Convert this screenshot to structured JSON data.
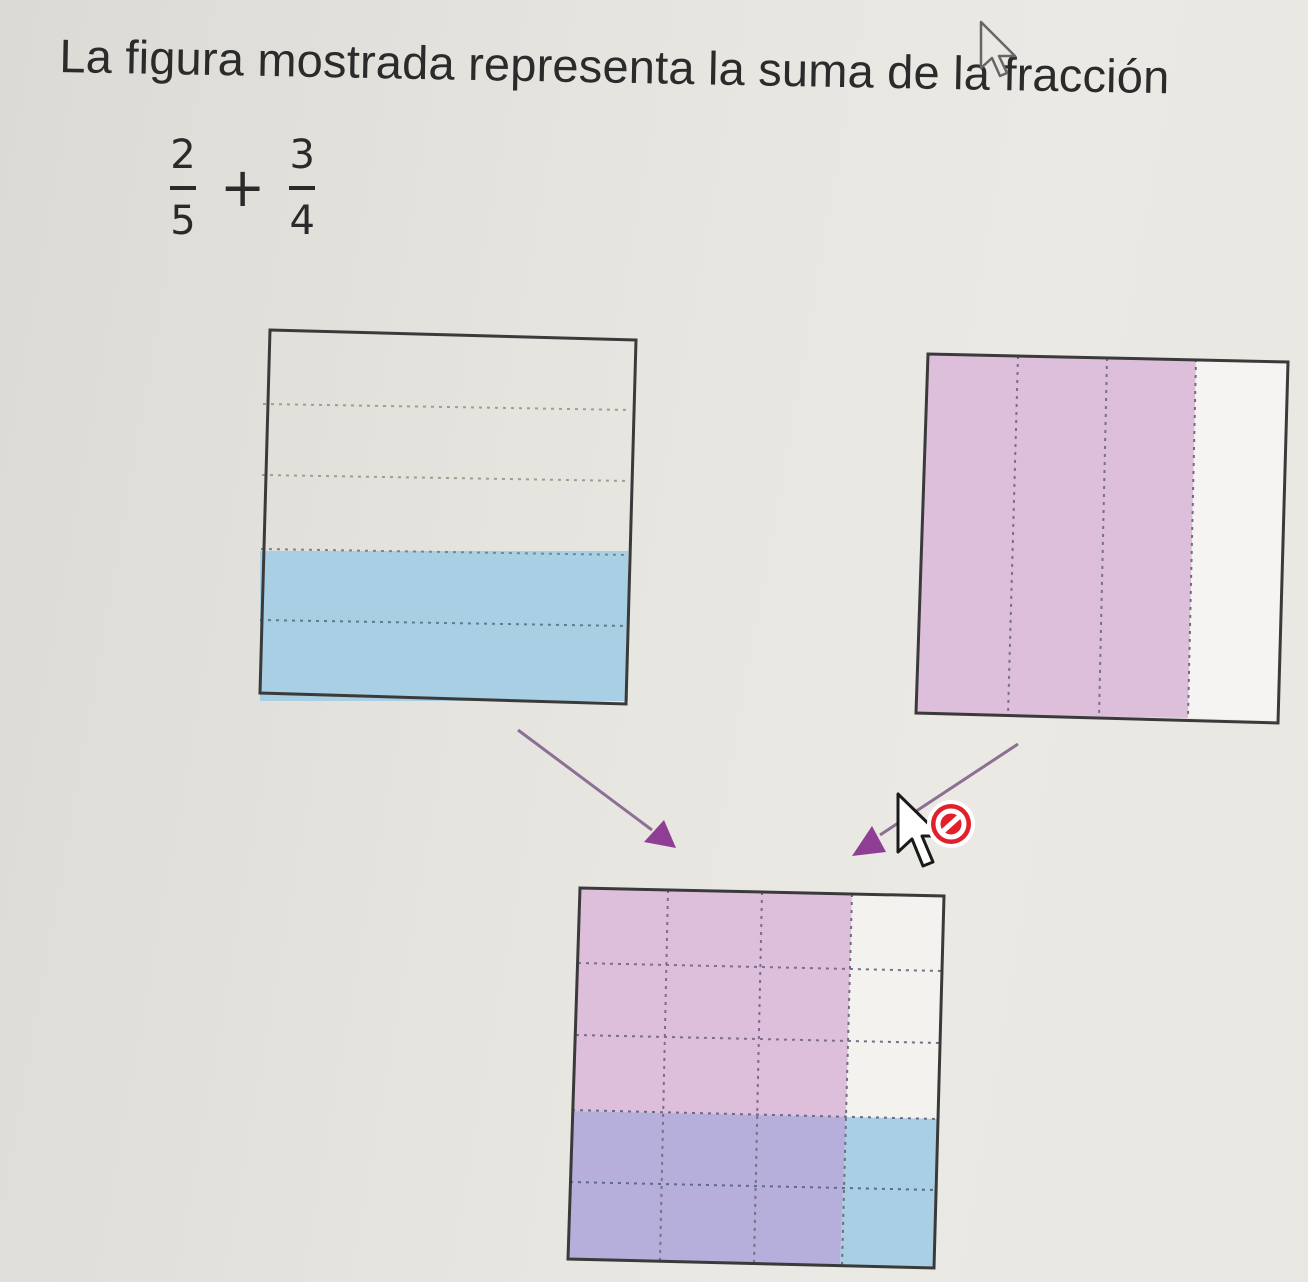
{
  "question": {
    "text": "La figura mostrada representa la suma de la fracción"
  },
  "expression": {
    "fraction_a": {
      "numerator": "2",
      "denominator": "5"
    },
    "operator": "+",
    "fraction_b": {
      "numerator": "3",
      "denominator": "4"
    }
  },
  "figure": {
    "left_square": {
      "divisions": 5,
      "shaded": 2,
      "orientation": "horizontal",
      "color": "#a8cfe3"
    },
    "right_square": {
      "divisions": 4,
      "shaded": 3,
      "orientation": "vertical",
      "color": "#ddbfdc"
    },
    "result_square": {
      "columns": 4,
      "rows": 5,
      "pink_columns": 3,
      "blue_rows": 2,
      "overlap_color": "#b6aedb"
    },
    "arrow_color": "#8e3f93"
  },
  "cursors": {
    "main": "arrow-pointer-icon",
    "not_allowed": "no-entry-icon",
    "outline": "arrow-pointer-outline-icon"
  }
}
